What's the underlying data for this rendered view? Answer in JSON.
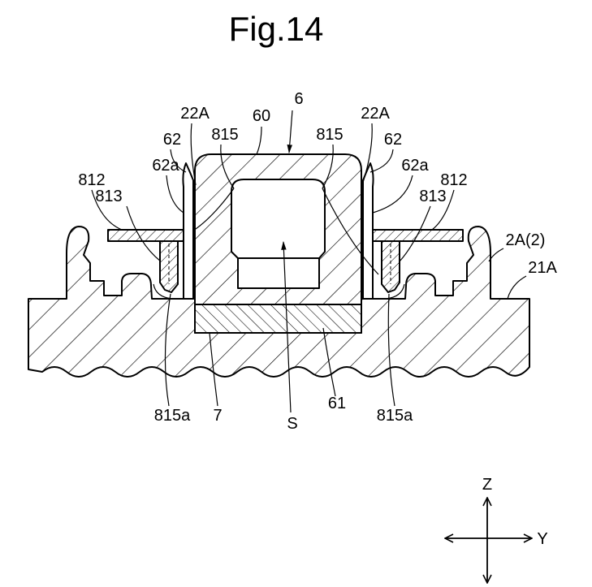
{
  "figure": {
    "title": "Fig.14"
  },
  "callouts": {
    "ref_6": "6",
    "ref_60": "60",
    "ref_22A_left": "22A",
    "ref_22A_right": "22A",
    "ref_815_left": "815",
    "ref_815_right": "815",
    "ref_62_left": "62",
    "ref_62_right": "62",
    "ref_62a_left": "62a",
    "ref_62a_right": "62a",
    "ref_812_left": "812",
    "ref_812_right": "812",
    "ref_813_left": "813",
    "ref_813_right": "813",
    "ref_2A2": "2A(2)",
    "ref_21A": "21A",
    "ref_815a_left": "815a",
    "ref_815a_right": "815a",
    "ref_7": "7",
    "ref_61": "61",
    "ref_S": "S"
  },
  "axes": {
    "vertical": "Z",
    "horizontal": "Y"
  },
  "colors": {
    "line": "#000000",
    "background": "#ffffff"
  }
}
